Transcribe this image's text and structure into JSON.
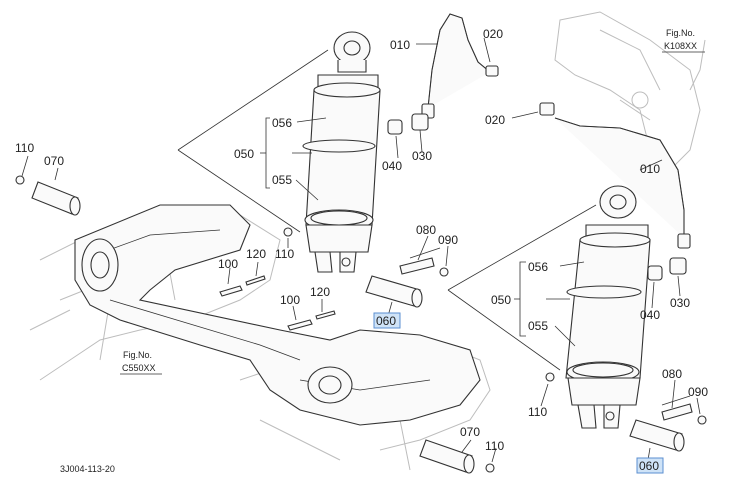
{
  "diagram_id": "3J004-113-20",
  "fig_refs": [
    {
      "prefix": "Fig.No.",
      "code": "K108XX"
    },
    {
      "prefix": "Fig.No.",
      "code": "C550XX"
    }
  ],
  "part_labels": [
    {
      "id": "p010a",
      "text": "010"
    },
    {
      "id": "p020a",
      "text": "020"
    },
    {
      "id": "p056a",
      "text": "056"
    },
    {
      "id": "p050a",
      "text": "050"
    },
    {
      "id": "p055a",
      "text": "055"
    },
    {
      "id": "p040a",
      "text": "040"
    },
    {
      "id": "p030a",
      "text": "030"
    },
    {
      "id": "p110a",
      "text": "110"
    },
    {
      "id": "p070a",
      "text": "070"
    },
    {
      "id": "p110b",
      "text": "110"
    },
    {
      "id": "p100a",
      "text": "100"
    },
    {
      "id": "p120a",
      "text": "120"
    },
    {
      "id": "p100b",
      "text": "100"
    },
    {
      "id": "p120b",
      "text": "120"
    },
    {
      "id": "p080a",
      "text": "080"
    },
    {
      "id": "p090a",
      "text": "090"
    },
    {
      "id": "p060a",
      "text": "060",
      "highlight": true
    },
    {
      "id": "p020b",
      "text": "020"
    },
    {
      "id": "p010b",
      "text": "010"
    },
    {
      "id": "p056b",
      "text": "056"
    },
    {
      "id": "p050b",
      "text": "050"
    },
    {
      "id": "p055b",
      "text": "055"
    },
    {
      "id": "p040b",
      "text": "040"
    },
    {
      "id": "p030b",
      "text": "030"
    },
    {
      "id": "p110c",
      "text": "110"
    },
    {
      "id": "p080b",
      "text": "080"
    },
    {
      "id": "p090b",
      "text": "090"
    },
    {
      "id": "p060b",
      "text": "060",
      "highlight": true
    },
    {
      "id": "p070b",
      "text": "070"
    },
    {
      "id": "p110d",
      "text": "110"
    }
  ]
}
